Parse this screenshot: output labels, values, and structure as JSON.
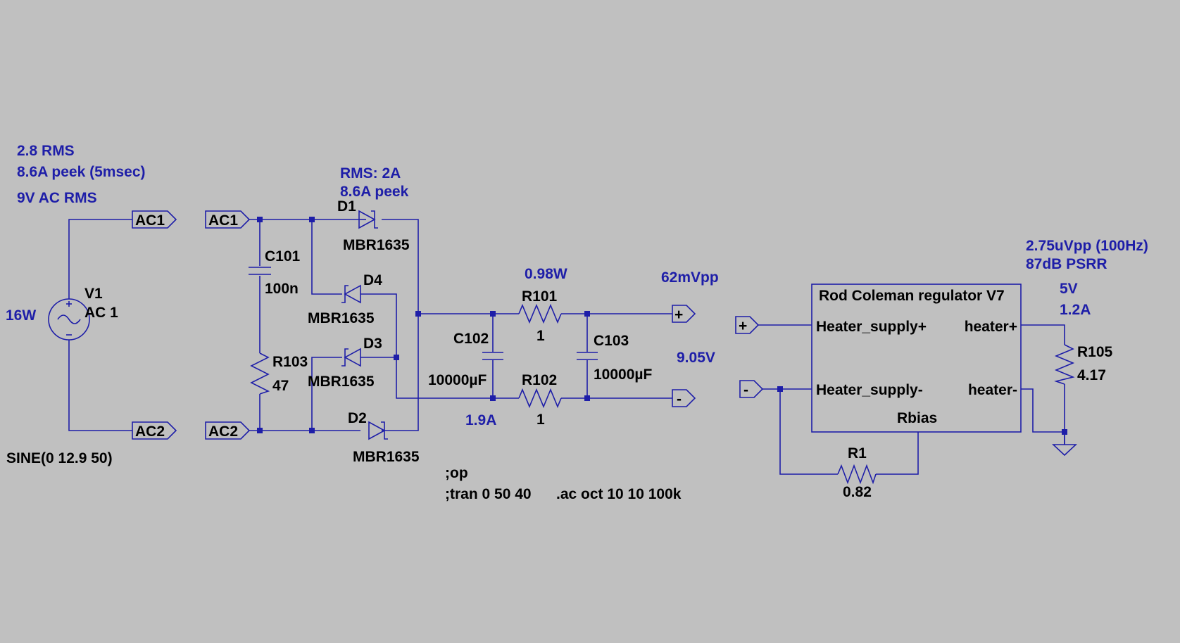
{
  "annotations": {
    "source_rms": "2.8 RMS",
    "source_peak": "8.6A peek (5msec)",
    "ac_rms": "9V AC RMS",
    "power_16w": "16W",
    "diode_rms": "RMS: 2A",
    "diode_peak": "8.6A peek",
    "r101_power": "0.98W",
    "ripple": "62mVpp",
    "output_voltage": "9.05V",
    "current": "1.9A",
    "reg_ripple": "2.75uVpp (100Hz)",
    "psrr": "87dB PSRR",
    "out_v": "5V",
    "out_i": "1.2A"
  },
  "directives": {
    "op": ";op",
    "tran": ";tran 0 50 40",
    "ac": ".ac oct 10 10 100k"
  },
  "source": {
    "name": "V1",
    "value": "AC 1",
    "spec": "SINE(0 12.9 50)"
  },
  "netlabels": {
    "ac1": "AC1",
    "ac2": "AC2",
    "plus": "+",
    "minus": "-"
  },
  "components": {
    "c101": {
      "name": "C101",
      "value": "100n"
    },
    "r103": {
      "name": "R103",
      "value": "47"
    },
    "d1": {
      "name": "D1",
      "value": "MBR1635"
    },
    "d2": {
      "name": "D2",
      "value": "MBR1635"
    },
    "d3": {
      "name": "D3",
      "value": "MBR1635"
    },
    "d4": {
      "name": "D4",
      "value": "MBR1635"
    },
    "c102": {
      "name": "C102",
      "value": "10000µF"
    },
    "c103": {
      "name": "C103",
      "value": "10000µF"
    },
    "r101": {
      "name": "R101",
      "value": "1"
    },
    "r102": {
      "name": "R102",
      "value": "1"
    },
    "r105": {
      "name": "R105",
      "value": "4.17"
    },
    "r1": {
      "name": "R1",
      "value": "0.82"
    }
  },
  "regulator": {
    "title": "Rod Coleman regulator V7",
    "pin_supply_plus": "Heater_supply+",
    "pin_supply_minus": "Heater_supply-",
    "pin_heater_plus": "heater+",
    "pin_heater_minus": "heater-",
    "pin_rbias": "Rbias"
  }
}
